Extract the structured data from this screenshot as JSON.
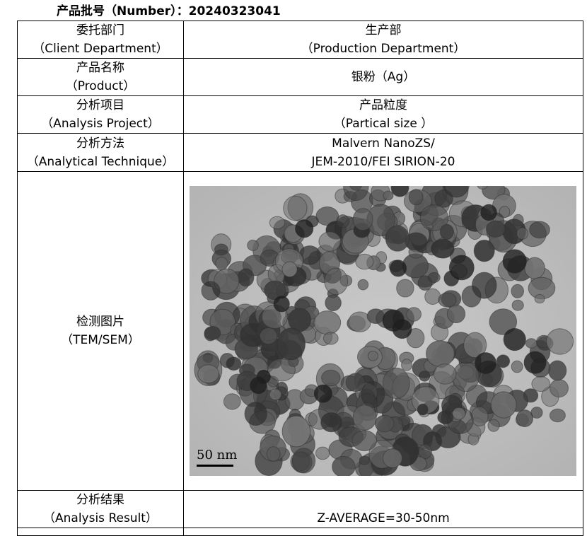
{
  "header": {
    "batch_number": "产品批号（Number）：20240323041"
  },
  "rows": {
    "client": {
      "label_cn": "委托部门",
      "label_en": "（Client Department）",
      "value_cn": "生产部",
      "value_en": "（Production Department）"
    },
    "product": {
      "label_cn": "产品名称",
      "label_en": "（Product）",
      "value": "银粉（Ag）"
    },
    "project": {
      "label_cn": "分析项目",
      "label_en": "（Analysis Project）",
      "value_cn": "产品粒度",
      "value_en": "（Partical size ）"
    },
    "technique": {
      "label_cn": "分析方法",
      "label_en": "（Analytical Technique）",
      "value_line1": "Malvern NanoZS/",
      "value_line2": "JEM-2010/FEI SIRION-20"
    },
    "image": {
      "label_cn": "检测图片",
      "label_en": "（TEM/SEM）",
      "scale_text": "50 nm"
    },
    "result": {
      "label_cn": "分析结果",
      "label_en": "（Analysis Result）",
      "value": "Z-AVERAGE=30-50nm"
    }
  }
}
